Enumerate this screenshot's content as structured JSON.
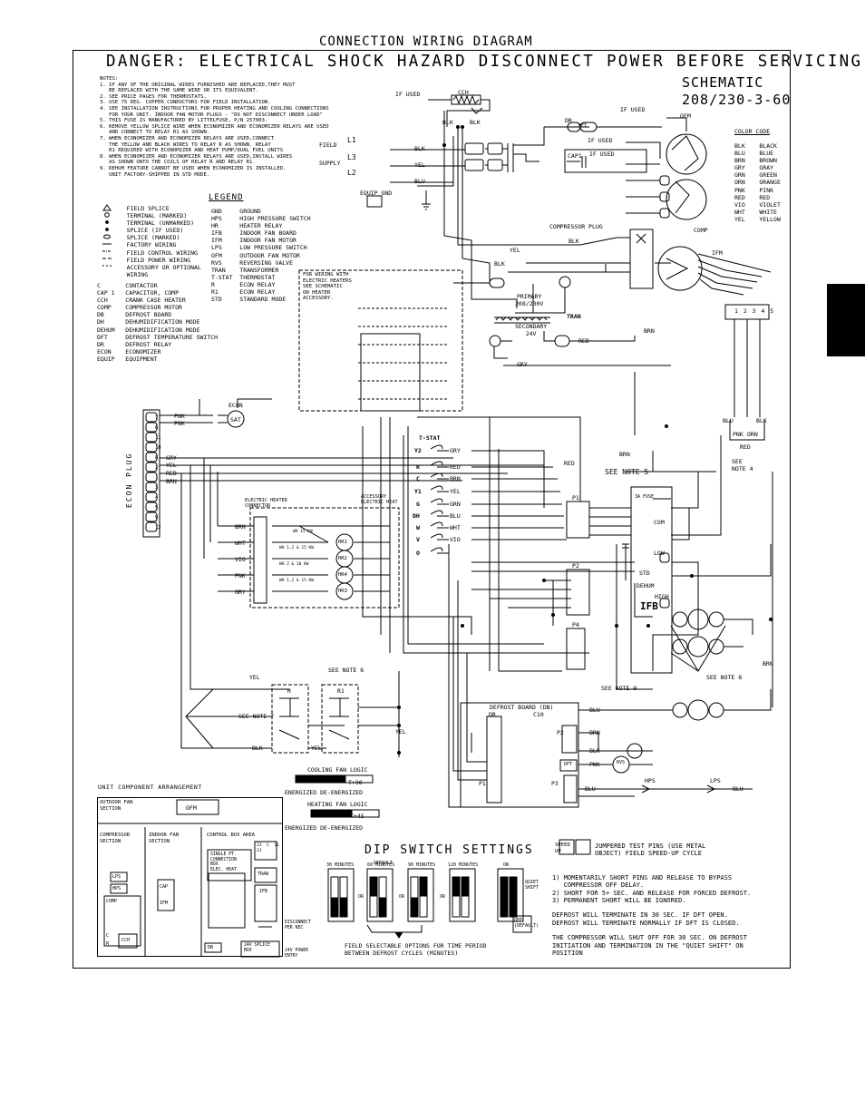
{
  "header": {
    "title": "CONNECTION WIRING DIAGRAM",
    "danger": "DANGER: ELECTRICAL SHOCK HAZARD DISCONNECT POWER BEFORE SERVICING",
    "schematic_title": "SCHEMATIC",
    "schematic_voltage": "208/230-3-60"
  },
  "notes": {
    "text": "NOTES:\n1. IF ANY OF THE ORIGINAL WIRES FURNISHED ARE REPLACED,THEY MUST\n   BE REPLACED WITH THE SAME WIRE OR ITS EQUIVALENT.\n2. SEE PRICE PAGES FOR THERMOSTATS.\n3. USE 75 DEG. COPPER CONDUCTORS FOR FIELD INSTALLATION.\n4. SEE INSTALLATION INSTRUCTIONS FOR PROPER HEATING AND COOLING CONNECTIONS\n   FOR YOUR UNIT. INDOOR FAN MOTOR PLUGS - \"DO NOT DISCONNECT UNDER LOAD\"\n5. THIS FUSE IS MANUFACTURED BY LITTELFUSE, P/N 257003.\n6. REMOVE YELLOW SPLICE WIRE WHEN ECONOMIZER AND ECONOMIZER RELAYS ARE USED\n   AND CONNECT TO RELAY R1 AS SHOWN.\n7. WHEN ECONOMIZER AND ECONOMIZER RELAYS ARE USED,CONNECT\n   THE YELLOW AND BLACK WIRES TO RELAY R AS SHOWN. RELAY\n   R1 REQUIRED WITH ECONOMIZER AND HEAT PUMP/DUAL FUEL UNITS\n8. WHEN ECONOMIZER AND ECONOMIZER RELAYS ARE USED,INSTALL WIRES\n   AS SHOWN ONTO THE COILS OF RELAY R AND RELAY R1.\n9. DEHUM FEATURE CANNOT BE USED WHEN ECONOMIZER IS INSTALLED.\n   UNIT FACTORY-SHIPPED IN STD MODE."
  },
  "legend": {
    "title": "LEGEND",
    "symbols": "    FIELD SPLICE\n    TERMINAL (MARKED)\n    TERMINAL (UNMARKED)\n    SPLICE (IF USED)\n    SPLICE (MARKED)\n    FACTORY WIRING\n    FIELD CONTROL WIRING\n    FIELD POWER WIRING\n    ACCESSORY OR OPTIONAL\n    WIRING",
    "abbrev_left": "C       CONTACTOR\nCAP 1   CAPACITOR, COMP\nCCH     CRANK CASE HEATER\nCOMP    COMPRESSOR MOTOR\nDB      DEFROST BOARD\nDH      DEHUMIDIFICATION MODE\nDEHUM   DEHUMIDIFICATION MODE\nDFT     DEFROST TEMPERATURE SWITCH\nDR      DEFROST RELAY\nECON    ECONOMIZER\nEQUIP   EQUIPMENT",
    "abbrev_right": "GND     GROUND\nHPS     HIGH PRESSURE SWITCH\nHR      HEATER RELAY\nIFB     INDOOR FAN BOARD\nIFM     INDOOR FAN MOTOR\nLPS     LOW PRESSURE SWITCH\nOFM     OUTDOOR FAN MOTOR\nRVS     REVERSING VALVE\nTRAN    TRANSFORMER\nT-STAT  THERMOSTAT\nR       ECON RELAY\nR1      ECON RELAY\nSTD     STANDARD MODE"
  },
  "color_code": {
    "title": "COLOR CODE",
    "text": "BLK    BLACK\nBLU    BLUE\nBRN    BROWN\nGRY    GRAY\nGRN    GREEN\nORN    ORANGE\nPNK    PINK\nRED    RED\nVIO    VIOLET\nWHT    WHITE\nYEL    YELLOW"
  },
  "power": {
    "field_supply": "FIELD\nSUPPLY",
    "l1": "L1",
    "l2": "L2",
    "l3": "L3",
    "equip_gnd": "EQUIP GND",
    "if_used_1": "IF USED",
    "if_used_2": "IF USED",
    "if_used_3": "IF USED",
    "if_used_4": "IF USED",
    "cch": "CCH",
    "dr": "DR",
    "dft": "DFT",
    "ofm": "OFM",
    "comp": "COMP",
    "ifm": "IFM",
    "cap1": "CAP1",
    "compressor_plug": "COMPRESSOR PLUG",
    "primary": "PRIMARY\n208/230V",
    "secondary": "SECONDARY\n24V",
    "tran": "TRAN",
    "plug_pins": "1 2 3 4 5",
    "see_note_4": "SEE\nNOTE 4",
    "see_note_5": "SEE NOTE 5",
    "heater_note": "FOR WIRING WITH\nELECTRIC HEATERS\nSEE SCHEMATIC\nON HEATER\nACCESSORY."
  },
  "econ": {
    "plug_label": "ECON PLUG",
    "econ": "ECON",
    "sat": "SAT",
    "pins": [
      "7",
      "6",
      "11",
      "10",
      "8",
      "2",
      "1",
      "3",
      "4",
      "5",
      "9",
      "12"
    ],
    "wires": [
      "PNK",
      "PNK",
      "",
      "",
      "GRY",
      "YEL",
      "RED",
      "BRN",
      "",
      "",
      "",
      ""
    ]
  },
  "tstat": {
    "title": "T-STAT",
    "terminals": [
      "Y2",
      "R",
      "C",
      "Y1",
      "G",
      "DH",
      "W",
      "V",
      "O"
    ],
    "wires": [
      "GRY",
      "RED",
      "BRN",
      "YEL",
      "GRN",
      "BLU",
      "WHT",
      "VIO",
      ""
    ]
  },
  "heater": {
    "title": "ACCESSORY\nELECTRIC HEAT",
    "connector": "ELECTRIC HEATER\nCONNECTOR",
    "wires": [
      "BRN",
      "WHT",
      "VIO",
      "PNK",
      "GRY"
    ],
    "relays": [
      "HR1",
      "HR2",
      "HR4",
      "HR3"
    ],
    "kw": [
      "WH 15 KW",
      "WH 1,2 & 15 KW",
      "WH 2 & 10 KW",
      "WH 1,2 & 15 KW"
    ]
  },
  "ifb": {
    "label": "IFB",
    "p1": "P1",
    "p2": "P2",
    "p4": "P4",
    "fuse": "3A FUSE",
    "com": "COM",
    "low": "LOW",
    "std": "STD",
    "dehum": "DEHUM",
    "high": "HIGH",
    "see_note_9": "SEE NOTE 9",
    "see_note_8": "SEE NOTE 8"
  },
  "relays": {
    "see_note_6": "SEE NOTE 6",
    "see_note_7": "SEE NOTE 7",
    "r": "R",
    "r1": "R1"
  },
  "defrost": {
    "title": "DEFROST BOARD (DB)",
    "dr": "DR",
    "c10": "C10",
    "p1": "P1",
    "p2": "P2",
    "p3": "P3",
    "dft": "DFT",
    "hps": "HPS",
    "lps": "LPS",
    "rvs": "RVS"
  },
  "fan_logic": {
    "cooling_title": "COOLING FAN LOGIC",
    "cooling_timing": "T+90",
    "cooling_sub": "ENERGIZED DE-ENERGIZED",
    "heating_title": "HEATING FAN LOGIC",
    "heating_timing": "T+45",
    "heating_sub": "ENERGIZED DE-ENERGIZED"
  },
  "arrangement": {
    "title": "UNIT COMPONENT ARRANGEMENT",
    "outdoor_fan": "OUTDOOR FAN\nSECTION",
    "ofm": "OFM",
    "compressor": "COMPRESSOR\nSECTION",
    "indoor_fan": "INDOOR FAN\nSECTION",
    "control_box": "CONTROL BOX AREA",
    "single_pt": "SINGLE PT.\nCONNECTION\nBOX\nELEC. HEAT",
    "c_block": "23  C  11\n21",
    "lps": "LPS",
    "hps": "HPS",
    "comp": "COMP",
    "cap": "CAP",
    "ifm": "IFM",
    "tran": "TRAN",
    "ifb": "IFB",
    "c": "C",
    "r": "R",
    "cch": "CCH",
    "db": "DB",
    "splice_box": "24V SPLICE\nBOX",
    "disconnect": "DISCONNECT\nPER NEC",
    "power_entry": "24V POWER\nENTRY"
  },
  "dip": {
    "title": "DIP SWITCH SETTINGS",
    "default_label": "DEFAULT",
    "options": [
      "30 MINUTES",
      "60 MINUTES",
      "90 MINUTES",
      "120 MINUTES"
    ],
    "quiet": "QUIET\nSHIFT",
    "on": "ON",
    "off_default": "OFF\n(DEFAULT)",
    "or": "OR",
    "footer": "FIELD SELECTABLE OPTIONS FOR TIME PERIOD\nBETWEEN DEFROST CYCLES (MINUTES)",
    "speed_up": "SPEED\nUP",
    "jumper_text": "JUMPERED TEST PINS (USE METAL\nOBJECT) FIELD SPEED-UP CYCLE",
    "instructions": "1) MOMENTARILY SHORT PINS AND RELEASE TO BYPASS\n   COMPRESSOR OFF DELAY.\n2) SHORT FOR 5+ SEC. AND RELEASE FOR FORCED DEFROST.\n3) PERMANENT SHORT WILL BE IGNORED.\n\nDEFROST WILL TERMINATE IN 30 SEC. IF DFT OPEN.\nDEFROST WILL TERMINATE NORMALLY IF DFT IS CLOSED.\n\nTHE COMPRESSOR WILL SHUT OFF FOR 30 SEC. ON DEFROST\nINITIATION AND TERMINATION IN THE \"QUIET SHIFT\" ON\nPOSITION"
  },
  "wire_colors": {
    "blk": "BLK",
    "blu": "BLU",
    "brn": "BRN",
    "yel": "YEL",
    "red": "RED",
    "gry": "GRY",
    "pnk": "PNK",
    "wht": "WHT",
    "orn": "ORN",
    "vio": "VIO",
    "grn": "GRN"
  }
}
